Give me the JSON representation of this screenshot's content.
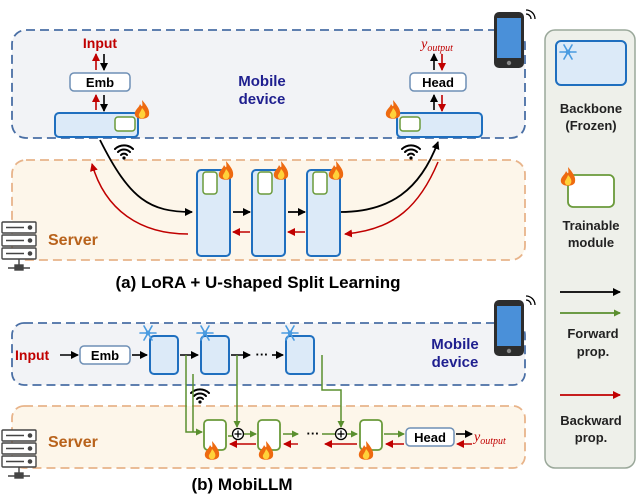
{
  "panel_a": {
    "caption": "(a) LoRA + U-shaped Split Learning",
    "input_label": "Input",
    "output_label_base": "y",
    "output_label_sub": "output",
    "emb_label": "Emb",
    "head_label": "Head",
    "mobile_label_line1": "Mobile",
    "mobile_label_line2": "device",
    "server_label": "Server"
  },
  "panel_b": {
    "caption": "(b) MobiLLM",
    "input_label": "Input",
    "emb_label": "Emb",
    "head_label": "Head",
    "output_label_base": "y",
    "output_label_sub": "output",
    "mobile_label_line1": "Mobile",
    "mobile_label_line2": "device",
    "server_label": "Server",
    "ellipsis": "···"
  },
  "legend": {
    "backbone_line1": "Backbone",
    "backbone_line2": "(Frozen)",
    "trainable_line1": "Trainable",
    "trainable_line2": "module",
    "forward_line1": "Forward",
    "forward_line2": "prop.",
    "backward_line1": "Backward",
    "backward_line2": "prop."
  },
  "colors": {
    "mobile_border": "#4a6fa5",
    "mobile_fill": "#f2f3f6",
    "server_border": "#e8b48a",
    "server_fill": "#fdf6ea",
    "block_fill": "#dceaf8",
    "block_border": "#1f6fbf",
    "trainable_border": "#6a9a3a",
    "forward": "#000000",
    "backward": "#c00000",
    "green_arrow": "#5a8f2e",
    "mobile_text": "#1f1f8f",
    "server_text": "#b8621b",
    "input_text": "#c00000",
    "legend_border": "#9aa89a",
    "legend_fill": "#eef0ea"
  },
  "icons": [
    "smartphone-icon",
    "wifi-icon",
    "server-rack-icon",
    "flame-icon",
    "snowflake-icon",
    "plus-circle-icon"
  ]
}
